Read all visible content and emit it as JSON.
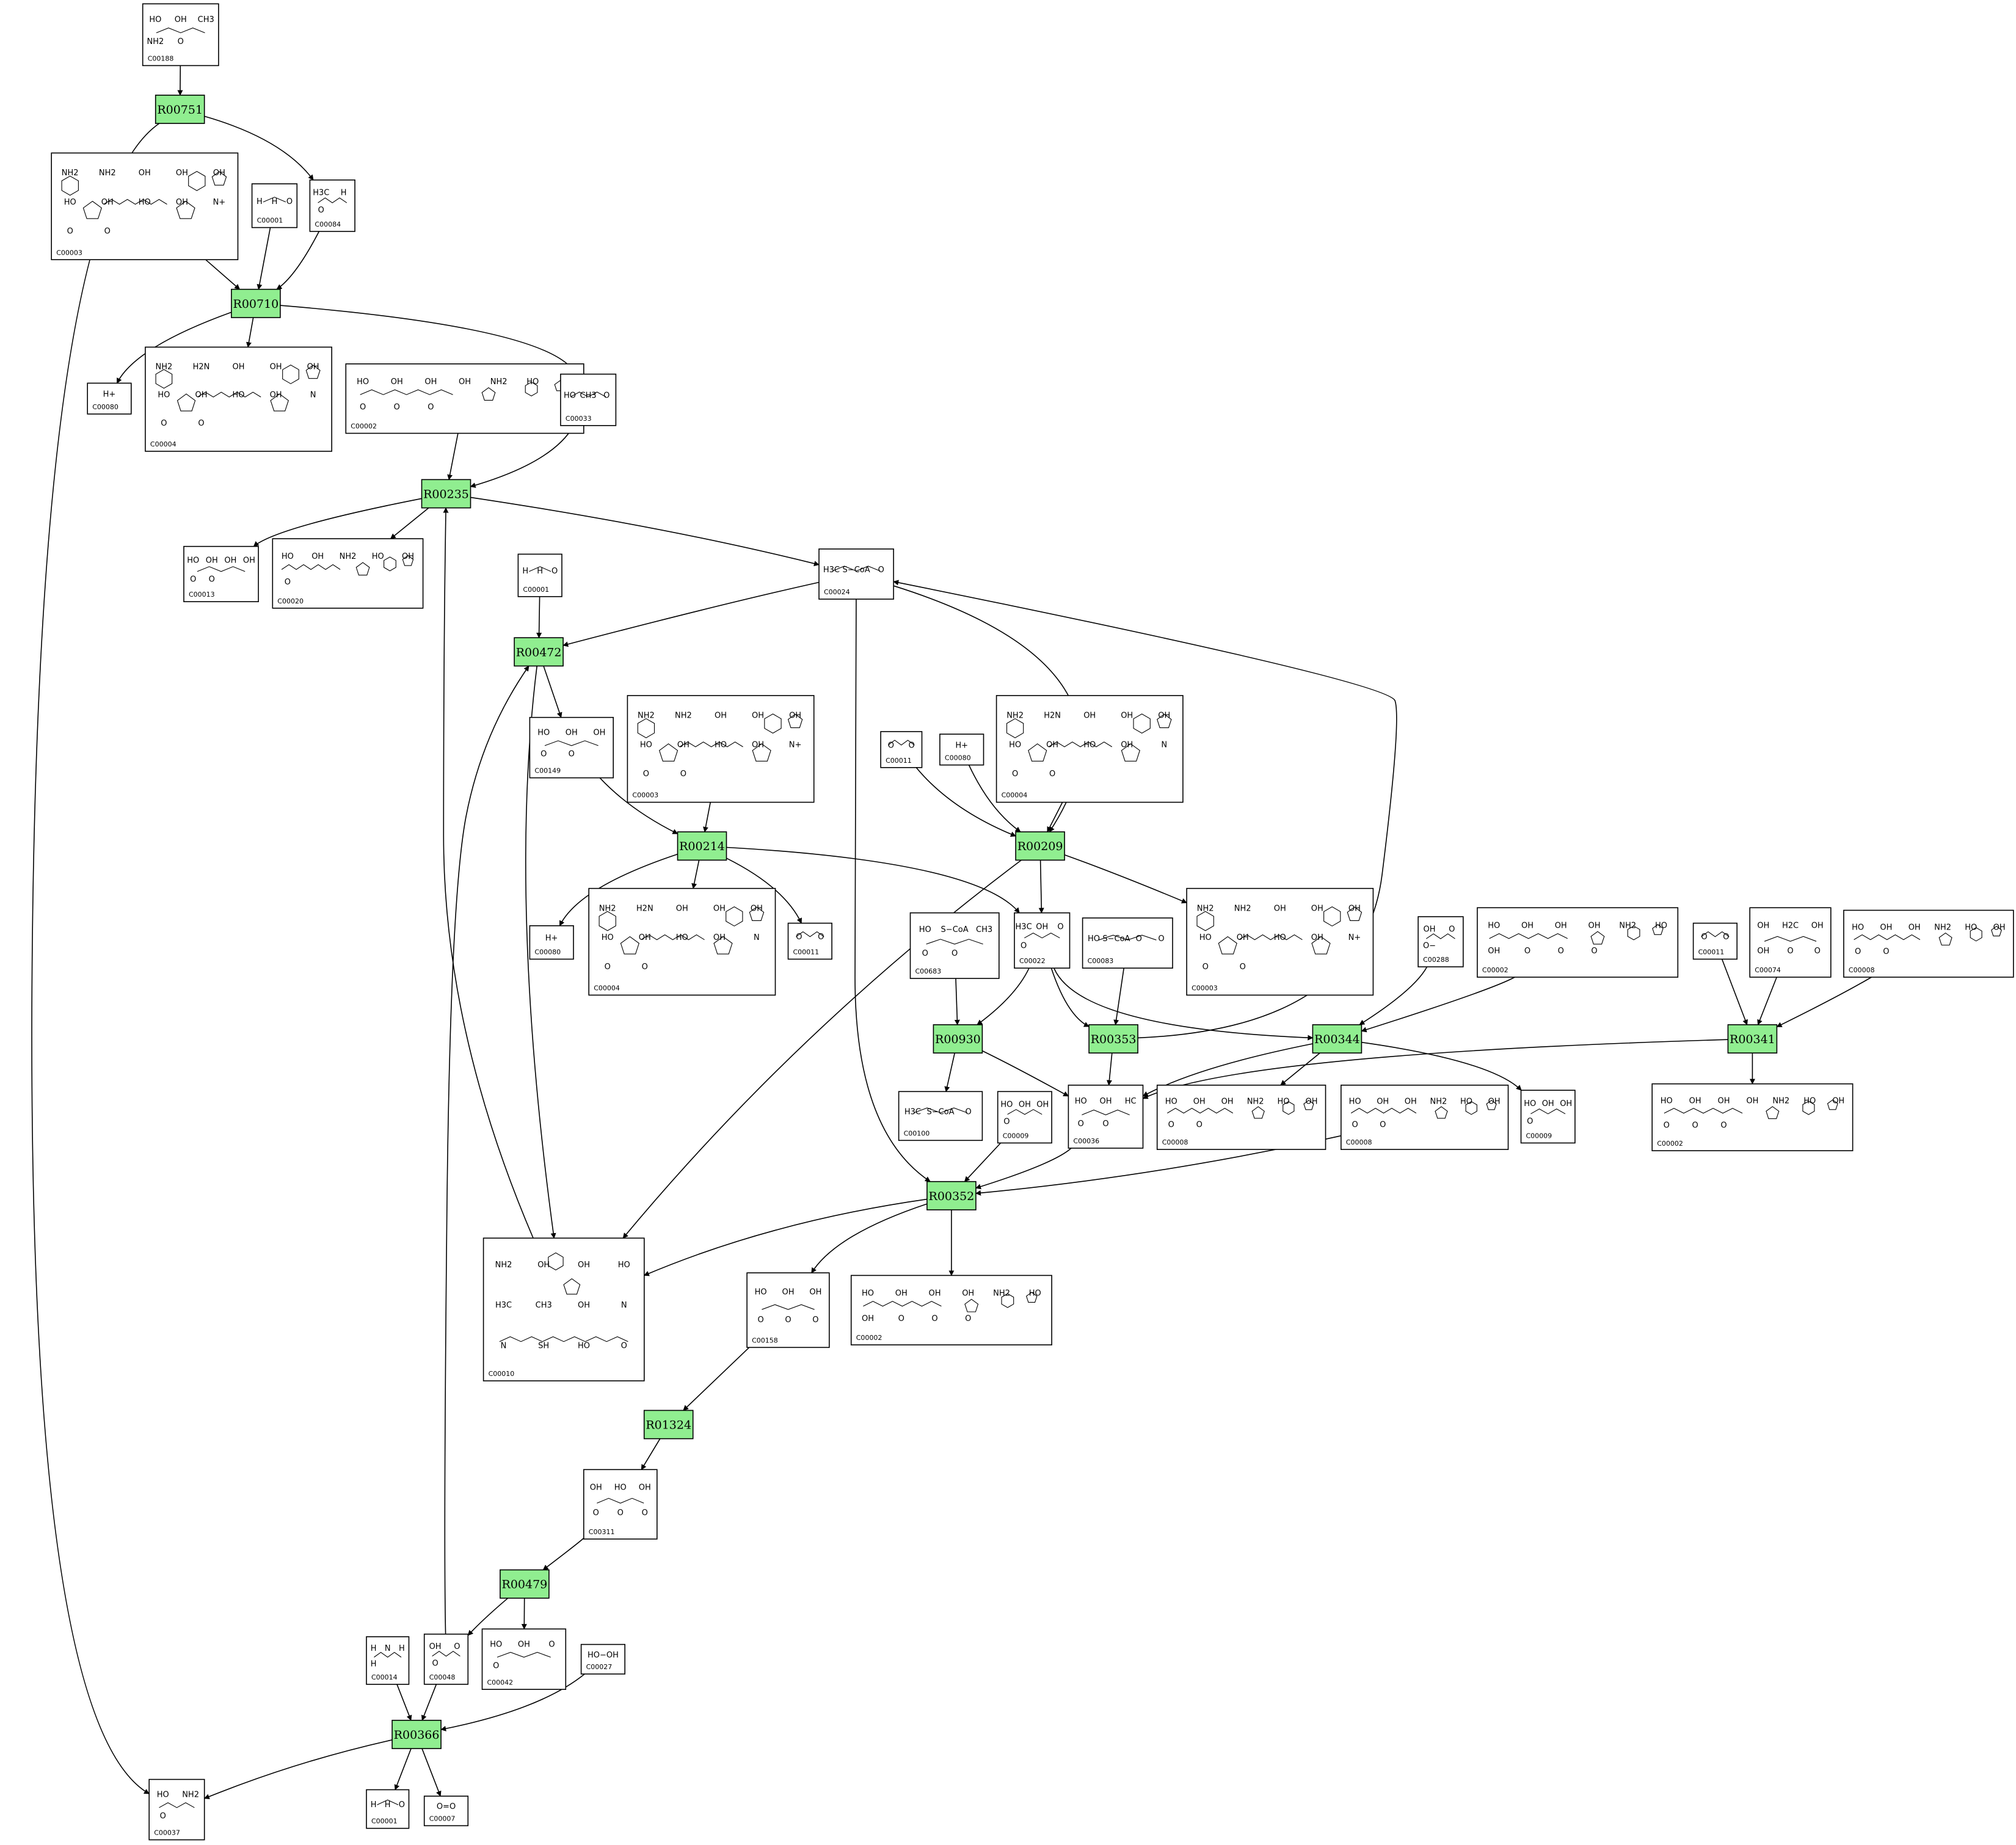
{
  "colors": {
    "reaction_fill": "#90ee90",
    "compound_fill": "#ffffff",
    "stroke": "#000000",
    "background": "#ffffff"
  },
  "reactions": [
    {
      "id": "R00751",
      "label": "R00751"
    },
    {
      "id": "R00710",
      "label": "R00710"
    },
    {
      "id": "R00235",
      "label": "R00235"
    },
    {
      "id": "R00472",
      "label": "R00472"
    },
    {
      "id": "R00214",
      "label": "R00214"
    },
    {
      "id": "R00209",
      "label": "R00209"
    },
    {
      "id": "R00930",
      "label": "R00930"
    },
    {
      "id": "R00353",
      "label": "R00353"
    },
    {
      "id": "R00344",
      "label": "R00344"
    },
    {
      "id": "R00341",
      "label": "R00341"
    },
    {
      "id": "R00352",
      "label": "R00352"
    },
    {
      "id": "R01324",
      "label": "R01324"
    },
    {
      "id": "R00479",
      "label": "R00479"
    },
    {
      "id": "R00366",
      "label": "R00366"
    }
  ],
  "compounds": [
    {
      "id": "c188",
      "label": "C00188",
      "glyphs": [
        "HO",
        "OH",
        "CH3",
        "NH2",
        "O"
      ]
    },
    {
      "id": "c3a",
      "label": "C00003",
      "glyphs": [
        "NH2",
        "NH2",
        "OH",
        "OH",
        "OH",
        "HO",
        "OH",
        "HO",
        "OH",
        "N+",
        "O",
        "O"
      ]
    },
    {
      "id": "c1a",
      "label": "C00001",
      "glyphs": [
        "H",
        "H",
        "O"
      ]
    },
    {
      "id": "c84",
      "label": "C00084",
      "glyphs": [
        "H3C",
        "H",
        "O"
      ]
    },
    {
      "id": "c80a",
      "label": "C00080",
      "glyphs": [
        "H+"
      ]
    },
    {
      "id": "c4a",
      "label": "C00004",
      "glyphs": [
        "NH2",
        "H2N",
        "OH",
        "OH",
        "OH",
        "HO",
        "OH",
        "HO",
        "OH",
        "N",
        "O",
        "O"
      ]
    },
    {
      "id": "c2a",
      "label": "C00002",
      "glyphs": [
        "HO",
        "OH",
        "OH",
        "OH",
        "NH2",
        "HO",
        "OH",
        "O",
        "O",
        "O"
      ]
    },
    {
      "id": "c33",
      "label": "C00033",
      "glyphs": [
        "HO",
        "CH3",
        "O"
      ]
    },
    {
      "id": "c13",
      "label": "C00013",
      "glyphs": [
        "HO",
        "OH",
        "OH",
        "OH",
        "O",
        "O"
      ]
    },
    {
      "id": "c20",
      "label": "C00020",
      "glyphs": [
        "HO",
        "OH",
        "NH2",
        "HO",
        "OH",
        "O"
      ]
    },
    {
      "id": "c24",
      "label": "C00024",
      "glyphs": [
        "H3C",
        "S−CoA",
        "O"
      ]
    },
    {
      "id": "c1b",
      "label": "C00001",
      "glyphs": [
        "H",
        "H",
        "O"
      ]
    },
    {
      "id": "c149",
      "label": "C00149",
      "glyphs": [
        "HO",
        "OH",
        "OH",
        "O",
        "O"
      ]
    },
    {
      "id": "c3b",
      "label": "C00003",
      "glyphs": [
        "NH2",
        "NH2",
        "OH",
        "OH",
        "OH",
        "HO",
        "OH",
        "HO",
        "OH",
        "N+",
        "O",
        "O"
      ]
    },
    {
      "id": "c11a",
      "label": "C00011",
      "glyphs": [
        "O",
        "O"
      ]
    },
    {
      "id": "c80b",
      "label": "C00080",
      "glyphs": [
        "H+"
      ]
    },
    {
      "id": "c4b",
      "label": "C00004",
      "glyphs": [
        "NH2",
        "H2N",
        "OH",
        "OH",
        "OH",
        "HO",
        "OH",
        "HO",
        "OH",
        "N",
        "O",
        "O"
      ]
    },
    {
      "id": "c80c",
      "label": "C00080",
      "glyphs": [
        "H+"
      ]
    },
    {
      "id": "c4c",
      "label": "C00004",
      "glyphs": [
        "NH2",
        "H2N",
        "OH",
        "OH",
        "OH",
        "HO",
        "OH",
        "HO",
        "OH",
        "N",
        "O",
        "O"
      ]
    },
    {
      "id": "c11b",
      "label": "C00011",
      "glyphs": [
        "O",
        "O"
      ]
    },
    {
      "id": "c683",
      "label": "C00683",
      "glyphs": [
        "HO",
        "S−CoA",
        "CH3",
        "O",
        "O"
      ]
    },
    {
      "id": "c22",
      "label": "C00022",
      "glyphs": [
        "H3C",
        "OH",
        "O",
        "O"
      ]
    },
    {
      "id": "c83",
      "label": "C00083",
      "glyphs": [
        "HO",
        "S−CoA",
        "O",
        "O"
      ]
    },
    {
      "id": "c3c",
      "label": "C00003",
      "glyphs": [
        "NH2",
        "NH2",
        "OH",
        "OH",
        "OH",
        "HO",
        "OH",
        "HO",
        "OH",
        "N+",
        "O",
        "O"
      ]
    },
    {
      "id": "c288",
      "label": "C00288",
      "glyphs": [
        "OH",
        "O",
        "O−"
      ]
    },
    {
      "id": "c2b",
      "label": "C00002",
      "glyphs": [
        "HO",
        "OH",
        "OH",
        "OH",
        "NH2",
        "HO",
        "OH",
        "O",
        "O",
        "O"
      ]
    },
    {
      "id": "c11c",
      "label": "C00011",
      "glyphs": [
        "O",
        "O"
      ]
    },
    {
      "id": "c74",
      "label": "C00074",
      "glyphs": [
        "OH",
        "H2C",
        "OH",
        "OH",
        "O",
        "O"
      ]
    },
    {
      "id": "c8a",
      "label": "C00008",
      "glyphs": [
        "HO",
        "OH",
        "OH",
        "NH2",
        "HO",
        "OH",
        "O",
        "O"
      ]
    },
    {
      "id": "c100",
      "label": "C00100",
      "glyphs": [
        "H3C",
        "S−CoA",
        "O"
      ]
    },
    {
      "id": "c9a",
      "label": "C00009",
      "glyphs": [
        "HO",
        "OH",
        "OH",
        "O"
      ]
    },
    {
      "id": "c36",
      "label": "C00036",
      "glyphs": [
        "HO",
        "OH",
        "HC",
        "O",
        "O"
      ]
    },
    {
      "id": "c8b",
      "label": "C00008",
      "glyphs": [
        "HO",
        "OH",
        "OH",
        "NH2",
        "HO",
        "OH",
        "O",
        "O"
      ]
    },
    {
      "id": "c8c",
      "label": "C00008",
      "glyphs": [
        "HO",
        "OH",
        "OH",
        "NH2",
        "HO",
        "OH",
        "O",
        "O"
      ]
    },
    {
      "id": "c9b",
      "label": "C00009",
      "glyphs": [
        "HO",
        "OH",
        "OH",
        "O"
      ]
    },
    {
      "id": "c2c",
      "label": "C00002",
      "glyphs": [
        "HO",
        "OH",
        "OH",
        "OH",
        "NH2",
        "HO",
        "OH",
        "O",
        "O",
        "O"
      ]
    },
    {
      "id": "c10",
      "label": "C00010",
      "glyphs": [
        "NH2",
        "OH",
        "OH",
        "HO",
        "H3C",
        "CH3",
        "OH",
        "N",
        "N",
        "SH",
        "HO",
        "O"
      ]
    },
    {
      "id": "c158",
      "label": "C00158",
      "glyphs": [
        "HO",
        "OH",
        "OH",
        "O",
        "O",
        "O"
      ]
    },
    {
      "id": "c2d",
      "label": "C00002",
      "glyphs": [
        "HO",
        "OH",
        "OH",
        "OH",
        "NH2",
        "HO",
        "OH",
        "O",
        "O",
        "O"
      ]
    },
    {
      "id": "c311",
      "label": "C00311",
      "glyphs": [
        "OH",
        "HO",
        "OH",
        "O",
        "O",
        "O"
      ]
    },
    {
      "id": "c14",
      "label": "C00014",
      "glyphs": [
        "H",
        "N",
        "H",
        "H"
      ]
    },
    {
      "id": "c48",
      "label": "C00048",
      "glyphs": [
        "OH",
        "O",
        "O"
      ]
    },
    {
      "id": "c42",
      "label": "C00042",
      "glyphs": [
        "HO",
        "OH",
        "O",
        "O"
      ]
    },
    {
      "id": "c27",
      "label": "C00027",
      "glyphs": [
        "HO−OH"
      ]
    },
    {
      "id": "c37",
      "label": "C00037",
      "glyphs": [
        "HO",
        "NH2",
        "O"
      ]
    },
    {
      "id": "c1c",
      "label": "C00001",
      "glyphs": [
        "H",
        "H",
        "O"
      ]
    },
    {
      "id": "c7",
      "label": "C00007",
      "glyphs": [
        "O=O"
      ]
    }
  ]
}
